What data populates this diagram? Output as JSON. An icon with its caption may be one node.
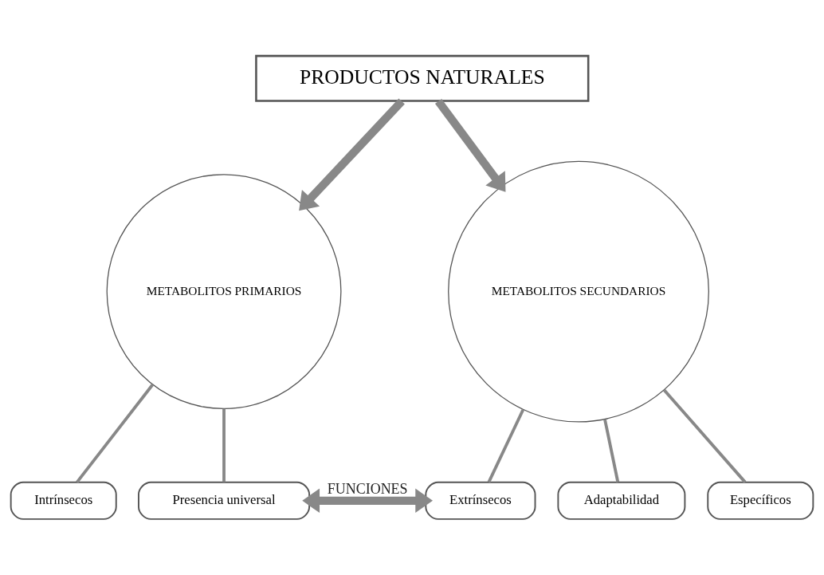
{
  "diagram": {
    "nodes": [
      {
        "text": [
          "PRODUCTOS NATURALES"
        ]
      },
      {
        "text": [
          "METABOLITOS PRIMARIOS"
        ]
      },
      {
        "text": [
          "METABOLITOS SECUNDARIOS"
        ]
      },
      {
        "text": [
          "Intrínsecos"
        ]
      },
      {
        "text": [
          "Presencia universal"
        ]
      },
      {
        "text": [
          "Extrínsecos"
        ]
      },
      {
        "text": [
          "Adaptabilidad"
        ]
      },
      {
        "text": [
          "Específicos"
        ]
      }
    ],
    "edges": [
      {
        "from": 0,
        "to": 1,
        "arrow": "to",
        "style": "thick"
      },
      {
        "from": 0,
        "to": 2,
        "arrow": "to",
        "style": "thick"
      },
      {
        "from": 1,
        "to": 3,
        "arrow": "none"
      },
      {
        "from": 1,
        "to": 4,
        "arrow": "none"
      },
      {
        "from": 2,
        "to": 5,
        "arrow": "none"
      },
      {
        "from": 2,
        "to": 6,
        "arrow": "none"
      },
      {
        "from": 2,
        "to": 7,
        "arrow": "none"
      },
      {
        "from": 4,
        "to": 5,
        "arrow": "both",
        "style": "thick",
        "label": "FUNCIONES"
      }
    ]
  }
}
